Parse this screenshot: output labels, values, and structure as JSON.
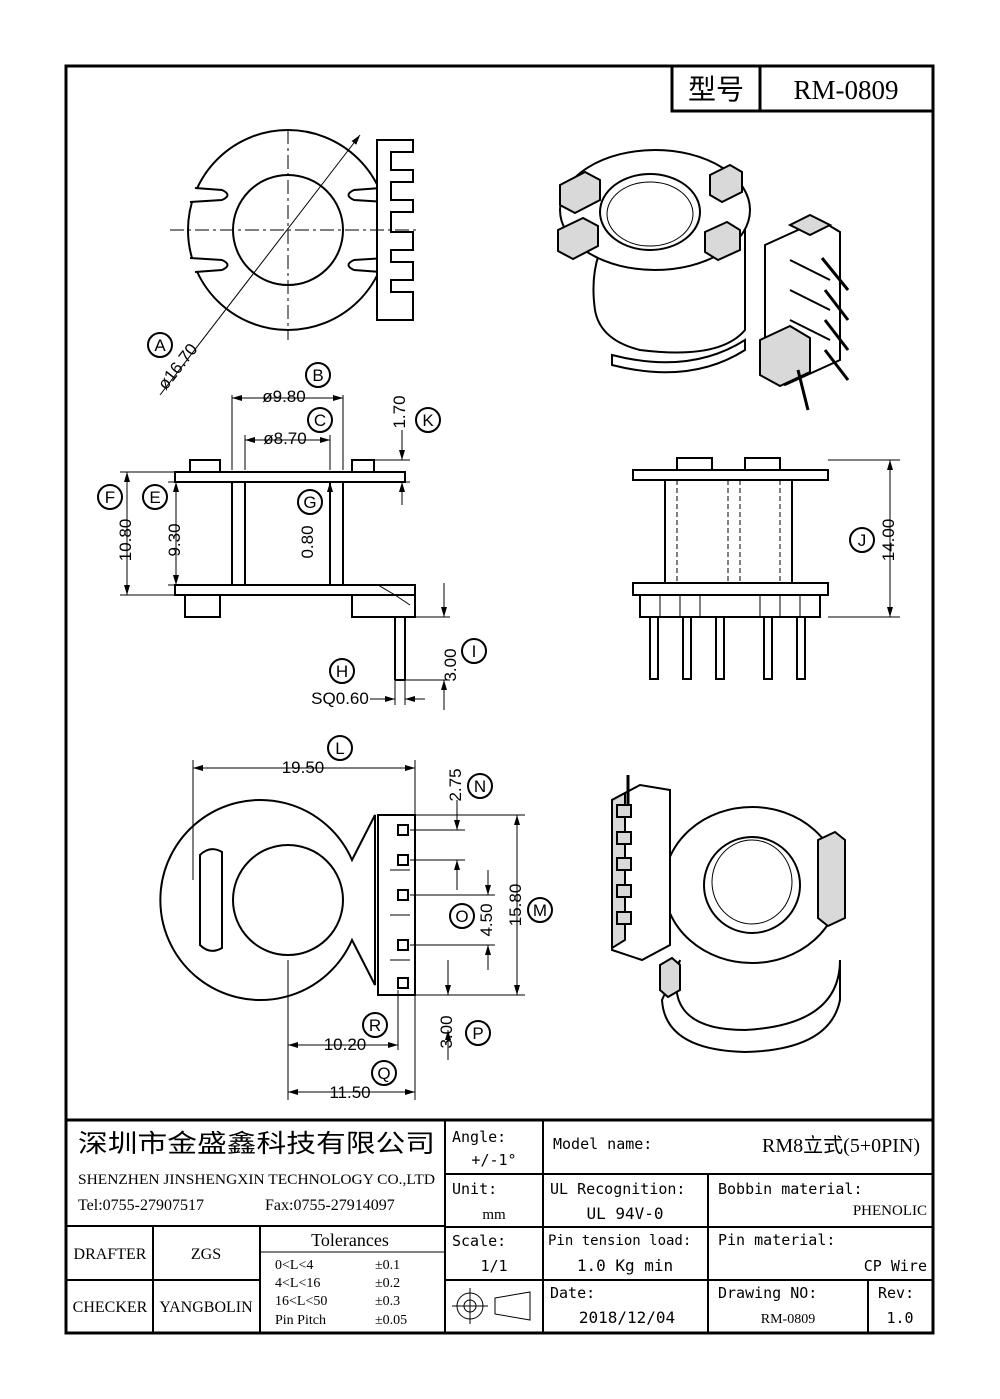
{
  "header": {
    "model_label": "型号",
    "model_value": "RM-0809"
  },
  "dims": {
    "A": "A",
    "dia_outer": "ø16.70",
    "B": "B",
    "dia_980": "ø9.80",
    "C": "C",
    "dia_870": "ø8.70",
    "K": "K",
    "d_170": "1.70",
    "F": "F",
    "d_1080": "10.80",
    "E": "E",
    "d_930": "9.30",
    "G": "G",
    "d_080": "0.80",
    "H": "H",
    "d_sq": "SQ0.60",
    "I": "I",
    "d_300a": "3.00",
    "J": "J",
    "d_1400": "14.00",
    "L": "L",
    "d_1950": "19.50",
    "N": "N",
    "d_275": "2.75",
    "O": "O",
    "d_450": "4.50",
    "M": "M",
    "d_1580": "15.80",
    "R": "R",
    "d_1020": "10.20",
    "P": "P",
    "d_300b": "3.00",
    "Q": "Q",
    "d_1150": "11.50"
  },
  "title_block": {
    "company_cn": "深圳市金盛鑫科技有限公司",
    "company_en": "SHENZHEN JINSHENGXIN TECHNOLOGY CO.,LTD",
    "tel": "Tel:0755-27907517",
    "fax": "Fax:0755-27914097",
    "drafter_label": "DRAFTER",
    "drafter_value": "ZGS",
    "checker_label": "CHECKER",
    "checker_value": "YANGBOLIN",
    "tolerances_title": "Tolerances",
    "tolerances": [
      {
        "range": "0<L<4",
        "tol": "±0.1"
      },
      {
        "range": "4<L<16",
        "tol": "±0.2"
      },
      {
        "range": "16<L<50",
        "tol": "±0.3"
      },
      {
        "range": "Pin Pitch",
        "tol": "±0.05"
      }
    ],
    "angle_label": "Angle:",
    "angle_value": "+/-1°",
    "unit_label": "Unit:",
    "unit_value": "mm",
    "scale_label": "Scale:",
    "scale_value": "1/1",
    "model_name_label": "Model name:",
    "model_name_value": "RM8立式(5+0PIN)",
    "ul_label": "UL Recognition:",
    "ul_value": "UL 94V-0",
    "bobbin_label": "Bobbin material:",
    "bobbin_value": "PHENOLIC",
    "pin_tension_label": "Pin tension load:",
    "pin_tension_value": "1.0 Kg min",
    "pin_material_label": "Pin material:",
    "pin_material_value": "CP Wire",
    "date_label": "Date:",
    "date_value": "2018/12/04",
    "drawing_no_label": "Drawing NO:",
    "drawing_no_value": "RM-0809",
    "rev_label": "Rev:",
    "rev_value": "1.0"
  }
}
